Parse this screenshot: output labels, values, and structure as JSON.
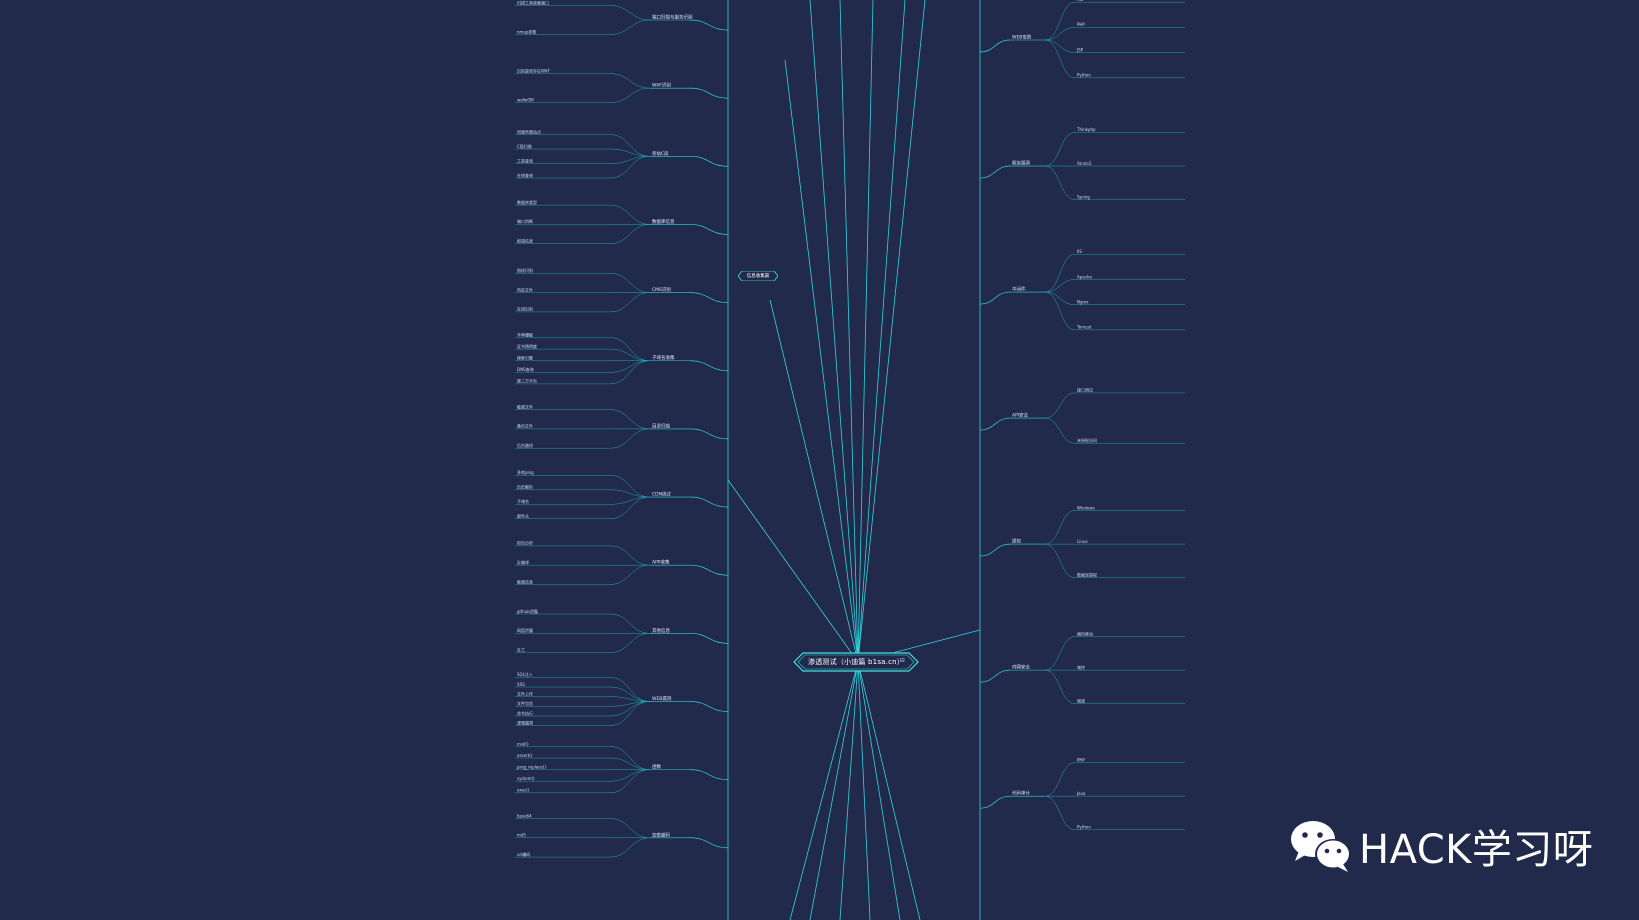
{
  "center": {
    "title": "渗透测试（小迪篇 b1sa.cn）",
    "toggle": "⊟"
  },
  "left_branch_title": "信息收集篇",
  "watermark": {
    "brand": "HACK学习呀",
    "logo_icon": "wechat-logo-icon"
  },
  "colors": {
    "background": "#222a4c",
    "line": "#2fd3de",
    "line_dim": "#1fa9b8",
    "text": "#d6dcf0",
    "center_border": "#3fe3d9"
  },
  "left_side": [
    {
      "title": "端口扫描与服务识别",
      "leaves": [
        "扫描工具收集端口",
        "nmap参数"
      ]
    },
    {
      "title": "WAF识别",
      "leaves": [
        "识别是否存在WAF",
        "wafw00f"
      ]
    },
    {
      "title": "旁站C段",
      "leaves": [
        "同服务器站点",
        "C段扫描",
        "工具查询",
        "在线查询"
      ]
    },
    {
      "title": "数据库信息",
      "leaves": [
        "数据库类型",
        "端口判断",
        "报错信息"
      ]
    },
    {
      "title": "CMS识别",
      "leaves": [
        "指纹识别",
        "特定文件",
        "在线识别"
      ]
    },
    {
      "title": "子域名收集",
      "leaves": [
        "字典爆破",
        "证书透明度",
        "搜索引擎",
        "DNS查询",
        "第三方平台"
      ]
    },
    {
      "title": "目录扫描",
      "leaves": [
        "敏感文件",
        "备份文件",
        "后台路径"
      ]
    },
    {
      "title": "CDN绕过",
      "leaves": [
        "多地ping",
        "历史解析",
        "子域名",
        "邮件头"
      ]
    },
    {
      "title": "APP收集",
      "leaves": [
        "抓包分析",
        "反编译",
        "敏感信息"
      ]
    },
    {
      "title": "其他信息",
      "leaves": [
        "github泄露",
        "网盘泄露",
        "社工"
      ]
    },
    {
      "title": "WEB漏洞",
      "leaves": [
        "SQL注入",
        "XSS",
        "文件上传",
        "文件包含",
        "命令执行",
        "逻辑漏洞"
      ]
    },
    {
      "title": "函数",
      "leaves": [
        "eval()",
        "assert()",
        "preg_replace()",
        "system()",
        "exec()"
      ]
    },
    {
      "title": "加密编码",
      "leaves": [
        "base64",
        "md5",
        "url编码"
      ]
    }
  ],
  "right_side": [
    {
      "title": "WEB攻防",
      "leaves": [
        "ASP",
        "PHP",
        "JSP",
        "Python"
      ]
    },
    {
      "title": "框架漏洞",
      "leaves": [
        "Thinkphp",
        "Struts2",
        "Spring"
      ]
    },
    {
      "title": "中间件",
      "leaves": [
        "IIS",
        "Apache",
        "Nginx",
        "Tomcat"
      ]
    },
    {
      "title": "API安全",
      "leaves": [
        "接口测试",
        "未授权访问"
      ]
    },
    {
      "title": "提权",
      "leaves": [
        "Windows",
        "Linux",
        "数据库提权"
      ]
    },
    {
      "title": "内网安全",
      "leaves": [
        "横向移动",
        "域控",
        "隧道"
      ]
    },
    {
      "title": "代码审计",
      "leaves": [
        "PHP",
        "Java",
        "Python"
      ]
    }
  ]
}
